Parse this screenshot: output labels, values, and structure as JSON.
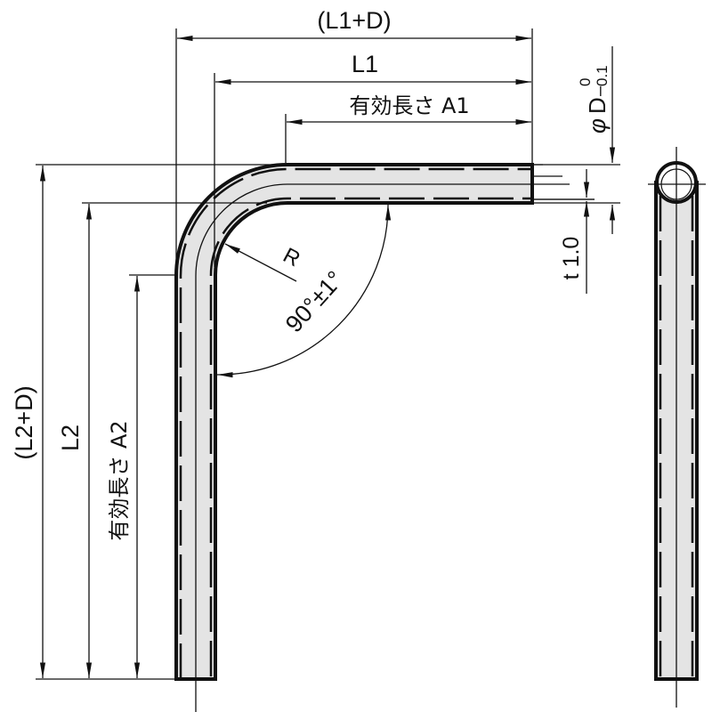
{
  "drawing": {
    "title": "L-shaped bent tube dimension drawing",
    "colors": {
      "line": "#111111",
      "tube_fill": "#e4e4e4",
      "background": "#ffffff"
    },
    "dimensions": {
      "overall_horizontal": "(L1+D)",
      "horizontal_length": "L1",
      "effective_length_horizontal": "有効長さ A1",
      "overall_vertical": "(L2+D)",
      "vertical_length": "L2",
      "effective_length_vertical": "有効長さ A2",
      "bend_radius": "R",
      "bend_angle": "90°±1°",
      "wall_thickness": "t 1.0",
      "diameter_symbol": "φ",
      "diameter": "D",
      "diameter_tol_upper": "0",
      "diameter_tol_lower": "−0.1"
    },
    "views": {
      "front_view": "bent-tube-front",
      "side_view": "tube-side"
    }
  }
}
